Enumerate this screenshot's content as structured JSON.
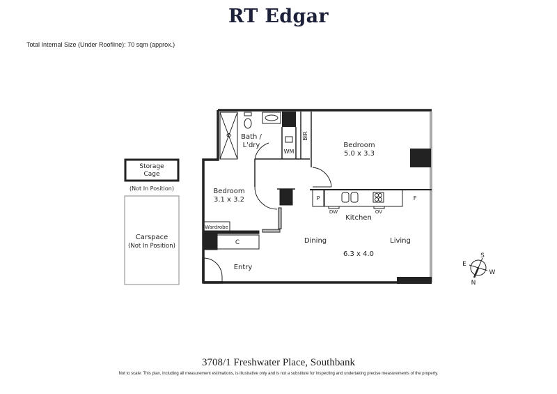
{
  "header": {
    "brand": "RT Edgar",
    "total_size": "Total Internal Size (Under Roofline): 70 sqm (approx.)"
  },
  "rooms": {
    "bath": {
      "line1": "Bath /",
      "line2": "L'dry"
    },
    "wm": "WM",
    "bir": "BIR",
    "bedroom1": {
      "label": "Bedroom",
      "dims": "5.0 x 3.3"
    },
    "bedroom2": {
      "label": "Bedroom",
      "dims": "3.1 x 3.2"
    },
    "pantry": "P",
    "dw": "DW",
    "ov": "OV",
    "fridge": "F",
    "kitchen": "Kitchen",
    "wardrobe": "Wardrobe",
    "cupboard": "C",
    "dining": "Dining",
    "living": "Living",
    "living_dims": "6.3 x 4.0",
    "entry": "Entry"
  },
  "external": {
    "storage": {
      "line1": "Storage",
      "line2": "Cage",
      "note": "(Not In Position)"
    },
    "carspace": {
      "label": "Carspace",
      "note": "(Not In Position)"
    }
  },
  "compass": {
    "s": "S",
    "e": "E",
    "w": "W",
    "n": "N"
  },
  "footer": {
    "address": "3708/1 Freshwater Place, Southbank",
    "disclaimer": "Not to scale: This plan, including all measurement estimations, is illustrative only and is not a substitute for inspecting and undertaking precise measurements of the property."
  }
}
